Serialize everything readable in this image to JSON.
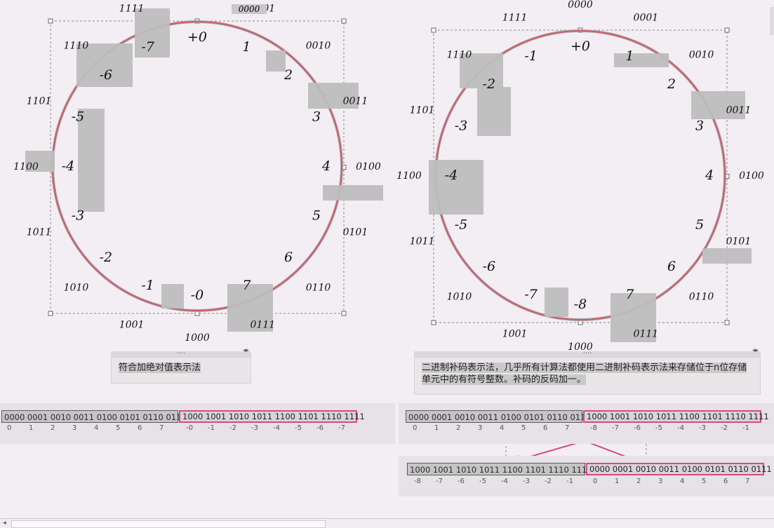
{
  "top_label": "0000",
  "left_panel": {
    "caption": "符合加绝对值表示法",
    "ring": [
      {
        "id": "l0",
        "code": "0000",
        "num": "+0"
      },
      {
        "id": "l1",
        "code": "0001",
        "num": "1"
      },
      {
        "id": "l2",
        "code": "0010",
        "num": "2"
      },
      {
        "id": "l3",
        "code": "0011",
        "num": "3"
      },
      {
        "id": "l4",
        "code": "0100",
        "num": "4"
      },
      {
        "id": "l5",
        "code": "0101",
        "num": "5"
      },
      {
        "id": "l6",
        "code": "0110",
        "num": "6"
      },
      {
        "id": "l7",
        "code": "0111",
        "num": "7"
      },
      {
        "id": "l8",
        "code": "1000",
        "num": "-0"
      },
      {
        "id": "l9",
        "code": "1001",
        "num": "-1"
      },
      {
        "id": "l10",
        "code": "1010",
        "num": "-2"
      },
      {
        "id": "l11",
        "code": "1011",
        "num": "-3"
      },
      {
        "id": "l12",
        "code": "1100",
        "num": "-4"
      },
      {
        "id": "l13",
        "code": "1101",
        "num": "-5"
      },
      {
        "id": "l14",
        "code": "1110",
        "num": "-6"
      },
      {
        "id": "l15",
        "code": "1111",
        "num": "-7"
      }
    ]
  },
  "right_panel": {
    "caption": "二进制补码表示法，几乎所有计算法都使用二进制补码表示法来存储位于n位存储单元中的有符号整数。补码的反码加一。",
    "ring": [
      {
        "id": "r0",
        "code": "0000",
        "num": "+0"
      },
      {
        "id": "r1",
        "code": "0001",
        "num": "1"
      },
      {
        "id": "r2",
        "code": "0010",
        "num": "2"
      },
      {
        "id": "r3",
        "code": "0011",
        "num": "3"
      },
      {
        "id": "r4",
        "code": "0100",
        "num": "4"
      },
      {
        "id": "r5",
        "code": "0101",
        "num": "5"
      },
      {
        "id": "r6",
        "code": "0110",
        "num": "6"
      },
      {
        "id": "r7",
        "code": "0111",
        "num": "7"
      },
      {
        "id": "r8",
        "code": "1000",
        "num": "-8"
      },
      {
        "id": "r9",
        "code": "1001",
        "num": "-7"
      },
      {
        "id": "r10",
        "code": "1010",
        "num": "-6"
      },
      {
        "id": "r11",
        "code": "1011",
        "num": "-5"
      },
      {
        "id": "r12",
        "code": "1100",
        "num": "-4"
      },
      {
        "id": "r13",
        "code": "1101",
        "num": "-3"
      },
      {
        "id": "r14",
        "code": "1110",
        "num": "-2"
      },
      {
        "id": "r15",
        "code": "1111",
        "num": "-1"
      }
    ]
  },
  "bins": {
    "positive": "0000 0001 0010 0011 0100 0101 0110 0111",
    "negative": "1000 1001 1010 1011 1100 1101 1110 1111",
    "ticks_pos": [
      "0",
      "1",
      "2",
      "3",
      "4",
      "5",
      "6",
      "7"
    ],
    "ticks_neg_left": [
      "-0",
      "-1",
      "-2",
      "-3",
      "-4",
      "-5",
      "-6",
      "-7"
    ],
    "ticks_neg_right": [
      "-8",
      "-7",
      "-6",
      "-5",
      "-4",
      "-3",
      "-2",
      "-1"
    ]
  },
  "colors": {
    "ring": "#d05a6a",
    "accent": "#d64a84",
    "background": "#f3eef3"
  }
}
